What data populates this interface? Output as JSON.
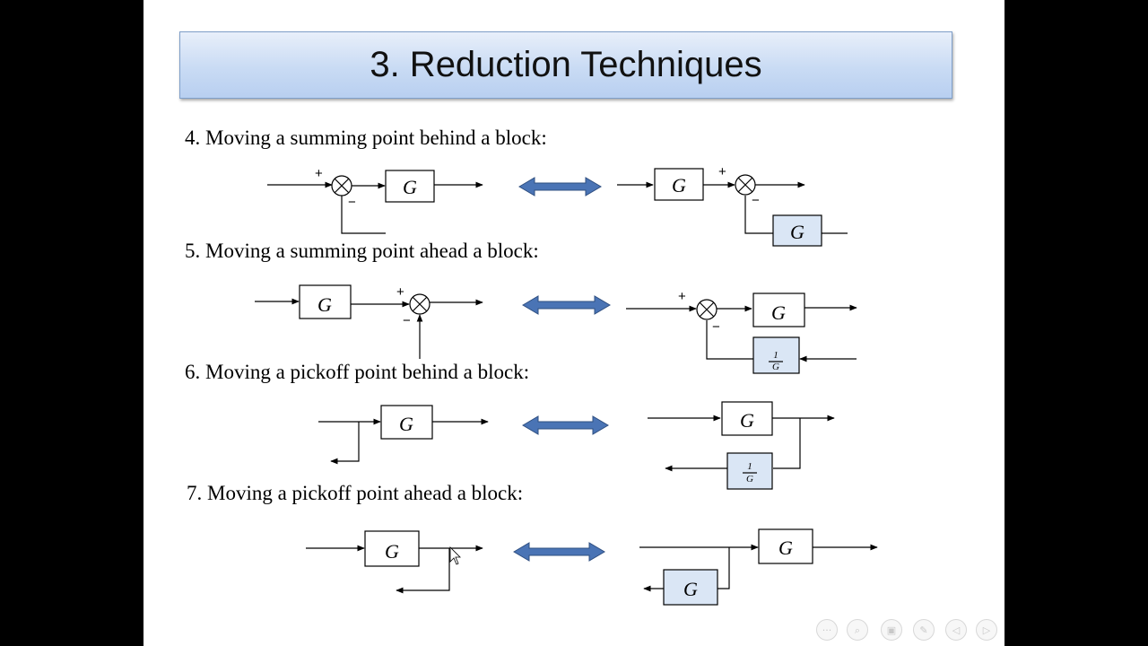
{
  "slide": {
    "title": "3. Reduction Techniques",
    "headings": [
      "4. Moving a summing point behind a block:",
      "5. Moving a summing point ahead a block:",
      "6. Moving a pickoff point behind a block:",
      "7. Moving a pickoff point ahead a block:"
    ]
  },
  "diagram_labels": {
    "block": "G",
    "plus": "+",
    "minus": "−",
    "frac_num": "1",
    "frac_den": "G"
  },
  "colors": {
    "arrow": "#4a74b5",
    "feedback_block_fill": "#dae6f5"
  },
  "controls": {
    "icons": [
      "menu-icon",
      "zoom-icon",
      "slides-icon",
      "pen-icon",
      "previous-icon",
      "next-icon"
    ]
  }
}
